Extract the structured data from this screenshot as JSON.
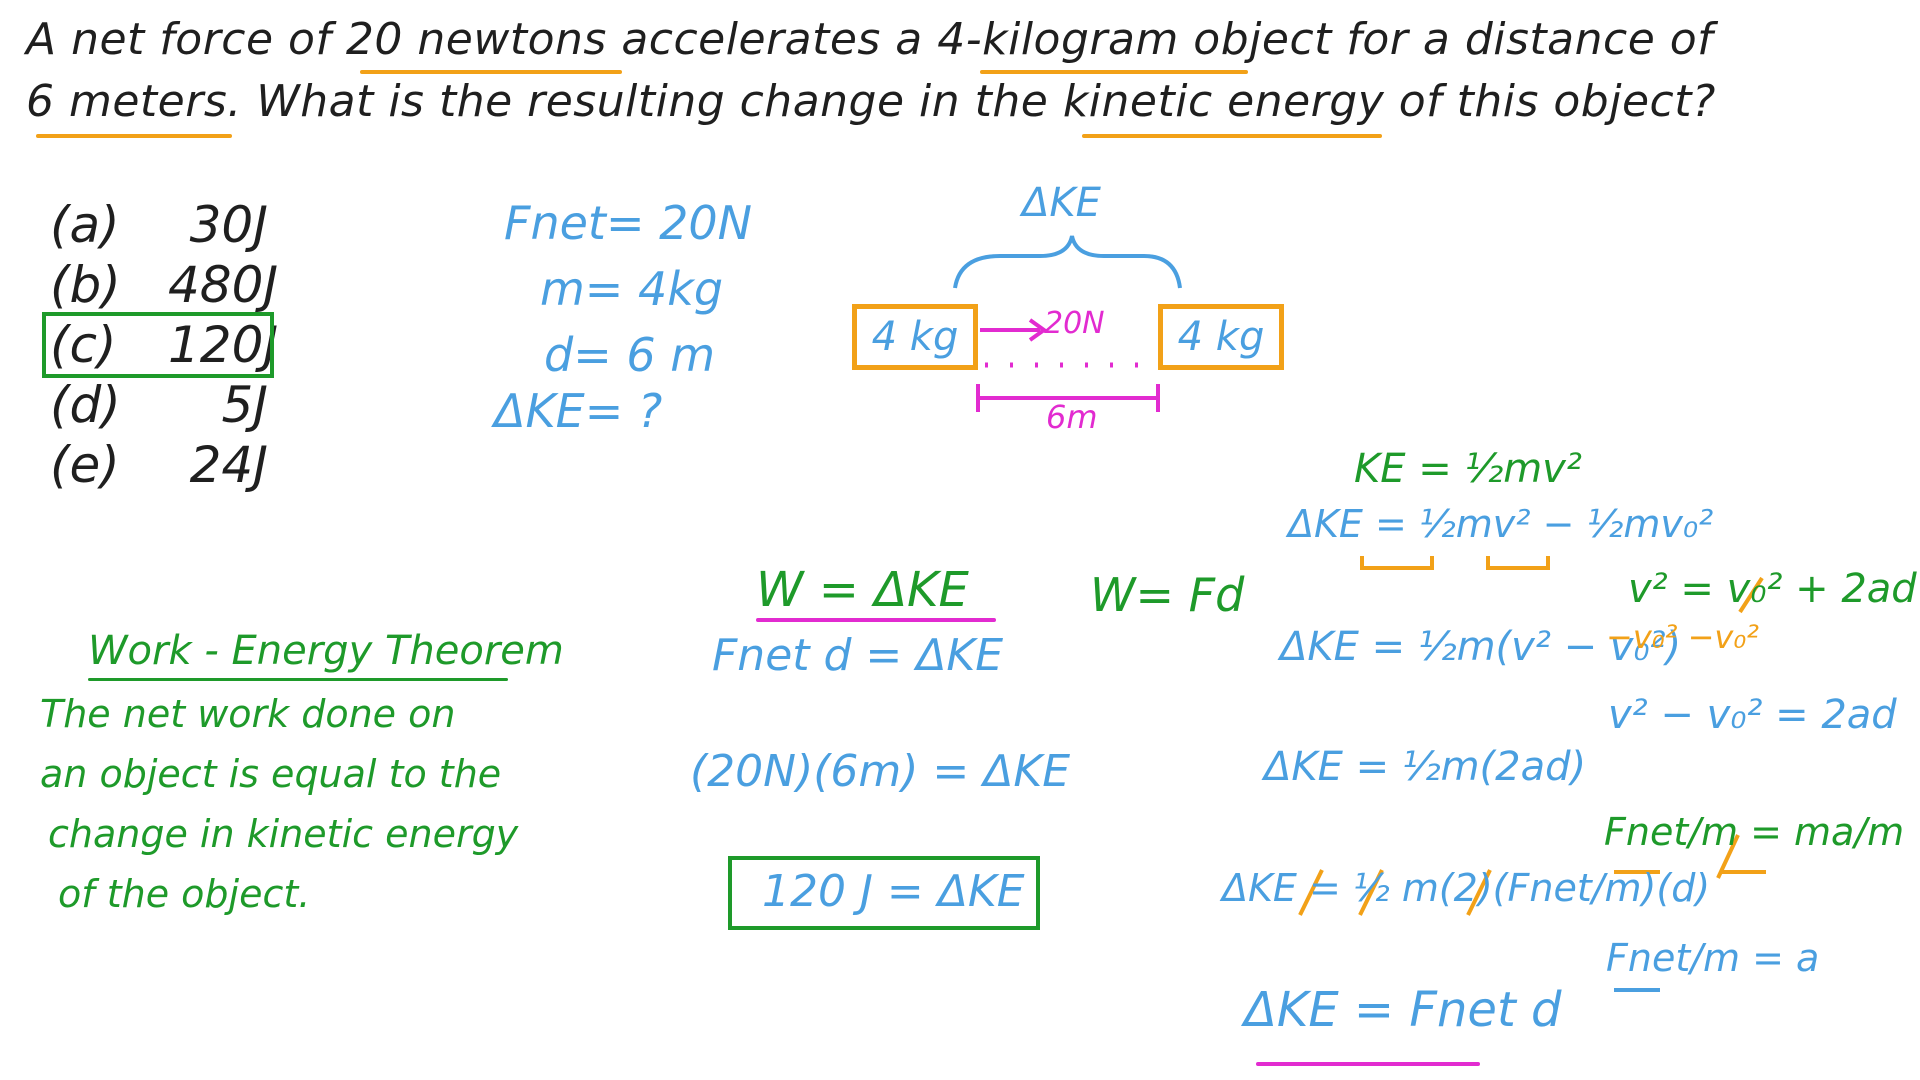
{
  "question": {
    "line1": "A net force of 20 newtons accelerates a 4-kilogram object for a distance of",
    "line2": "6 meters. What is the resulting change in the kinetic energy of this object?"
  },
  "choices": [
    {
      "label": "(a)",
      "value": "30J"
    },
    {
      "label": "(b)",
      "value": "480J"
    },
    {
      "label": "(c)",
      "value": "120J"
    },
    {
      "label": "(d)",
      "value": "5J"
    },
    {
      "label": "(e)",
      "value": "24J"
    }
  ],
  "given": {
    "fnet": "Fnet= 20N",
    "m": "m= 4kg",
    "d": "d= 6 m",
    "dke": "ΔKE= ?"
  },
  "diagram": {
    "delta_ke": "ΔKE",
    "block_left": "4 kg",
    "block_right": "4 kg",
    "force": "20N",
    "distance": "6m"
  },
  "theorem": {
    "title": "Work - Energy Theorem",
    "line1": "The net work done on",
    "line2": "an object is equal to the",
    "line3": "change in kinetic energy",
    "line4": "of the object."
  },
  "work": {
    "w_dke": "W = ΔKE",
    "fnet_d": "Fnet d = ΔKE",
    "subst": "(20N)(6m) = ΔKE",
    "result": "120 J = ΔKE",
    "w_fd": "W= Fd"
  },
  "derivation": {
    "ke": "KE = ½mv²",
    "dke1": "ΔKE = ½mv² − ½mv₀²",
    "dke2": "ΔKE = ½m(v² − v₀²)",
    "dke3": "ΔKE = ½m(2ad)",
    "dke4": "ΔKE = ½ m(2)(Fnet/m)(d)",
    "dke5": "ΔKE = Fnet d"
  },
  "kinematics": {
    "eq1": "v² = v₀² + 2ad",
    "eq1b": "−v₀²   −v₀²",
    "eq2": "v² − v₀² = 2ad",
    "eq3": "Fnet/m = ma/m",
    "eq4": "Fnet/m = a"
  },
  "colors": {
    "blue": "#4a9fe0",
    "green": "#1e9a2a",
    "pink": "#e22bd0",
    "orange": "#f2a118",
    "black": "#1f1f1f"
  }
}
